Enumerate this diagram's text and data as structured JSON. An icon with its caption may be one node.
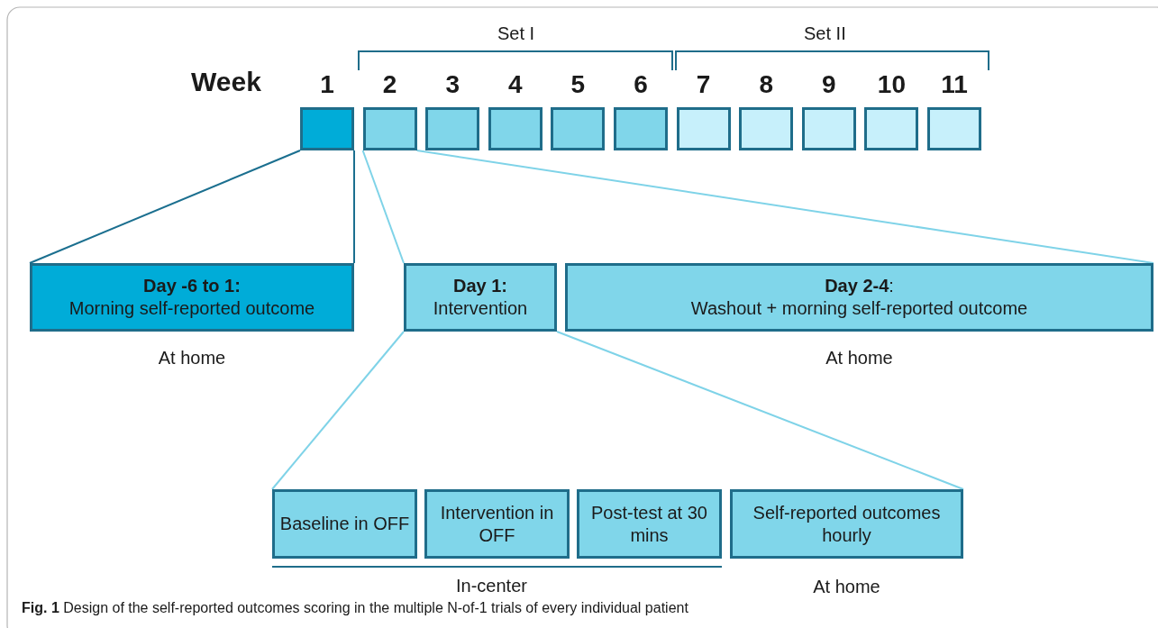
{
  "diagram": {
    "caption": "**Fig. 1** Design of the self-reported outcomes scoring in the multiple N-of-1 trials of every individual patient",
    "nodes": [
      {
        "text": [
          "1"
        ]
      },
      {
        "text": [
          "2"
        ]
      },
      {
        "text": [
          "3"
        ]
      },
      {
        "text": [
          "4"
        ]
      },
      {
        "text": [
          "5"
        ]
      },
      {
        "text": [
          "6"
        ]
      },
      {
        "text": [
          "7"
        ]
      },
      {
        "text": [
          "8"
        ]
      },
      {
        "text": [
          "9"
        ]
      },
      {
        "text": [
          "10"
        ]
      },
      {
        "text": [
          "11"
        ]
      },
      {
        "text": [
          "Day -6 to 1:",
          "Morning self-reported outcome"
        ],
        "beside": [
          "At home"
        ]
      },
      {
        "text": [
          "Day 1:",
          "Intervention"
        ]
      },
      {
        "text": [
          "**Day 2-4**:",
          "Washout + morning self-reported outcome"
        ],
        "beside": [
          "At home"
        ]
      },
      {
        "text": [
          "Baseline in OFF"
        ]
      },
      {
        "text": [
          "Intervention in OFF"
        ]
      },
      {
        "text": [
          "Post-test at 30 mins"
        ]
      },
      {
        "text": [
          "Self-reported outcomes hourly"
        ],
        "beside": [
          "At home"
        ]
      }
    ],
    "edges": [
      {
        "from": 0,
        "to": 11,
        "arrow": "none",
        "color": "#1b6f8f"
      },
      {
        "from": 0,
        "to": 11,
        "arrow": "none",
        "color": "#1b6f8f"
      },
      {
        "from": 1,
        "to": 12,
        "arrow": "none"
      },
      {
        "from": 1,
        "to": 13,
        "arrow": "none"
      },
      {
        "from": 12,
        "to": 14,
        "arrow": "none"
      },
      {
        "from": 12,
        "to": 17,
        "arrow": "none"
      }
    ],
    "labels": [
      "Week",
      "Set I",
      "Set II",
      "In-center"
    ]
  }
}
